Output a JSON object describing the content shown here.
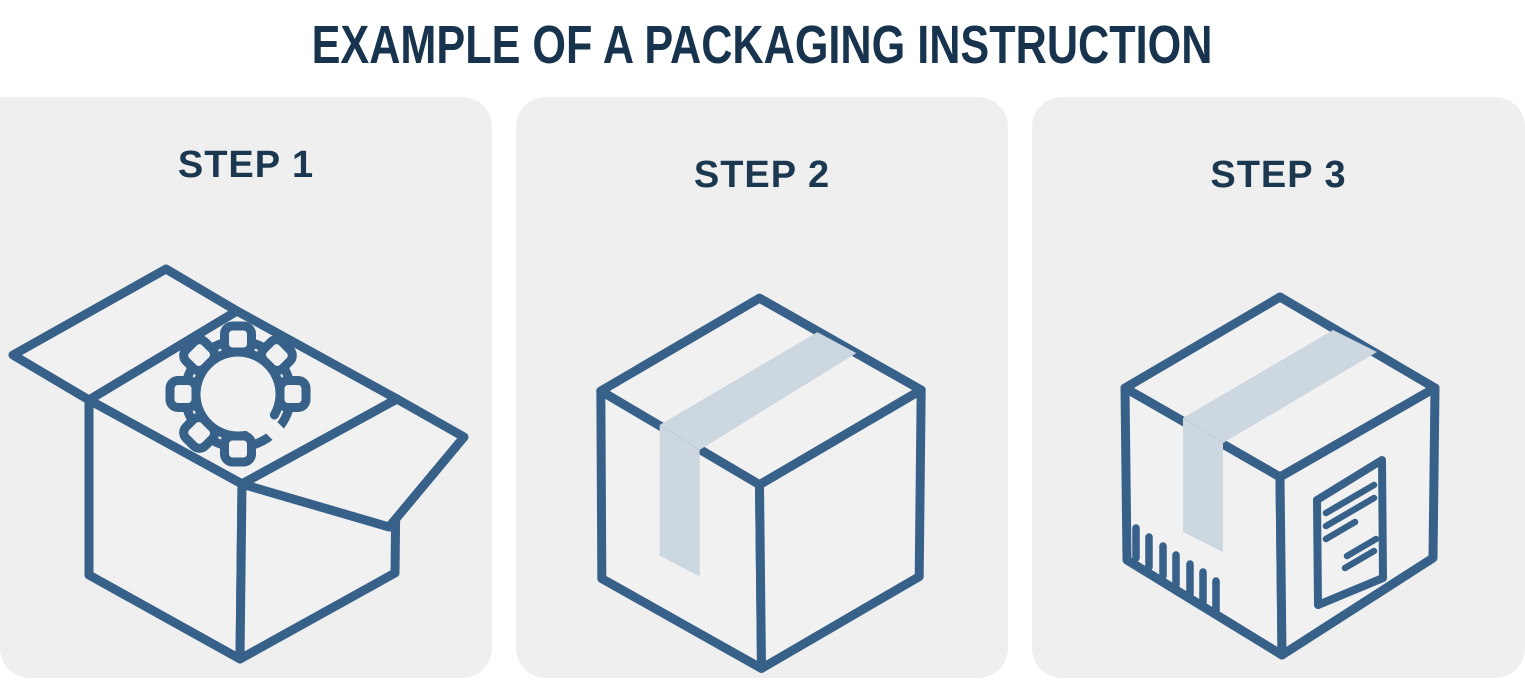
{
  "page": {
    "title": "EXAMPLE OF A PACKAGING INSTRUCTION",
    "background": "#ffffff"
  },
  "colors": {
    "panel_background": "#efefef",
    "outline": "#376189",
    "tape": "#cdd7e0",
    "heading_text": "#17334d",
    "step_text": "#1c3850",
    "box_face": "#f1f1f2"
  },
  "steps": [
    {
      "label": "STEP 1",
      "illustration": "open-box-with-gear"
    },
    {
      "label": "STEP 2",
      "illustration": "sealed-box-with-tape"
    },
    {
      "label": "STEP 3",
      "illustration": "sealed-box-with-barcode-and-shipping-label"
    }
  ]
}
